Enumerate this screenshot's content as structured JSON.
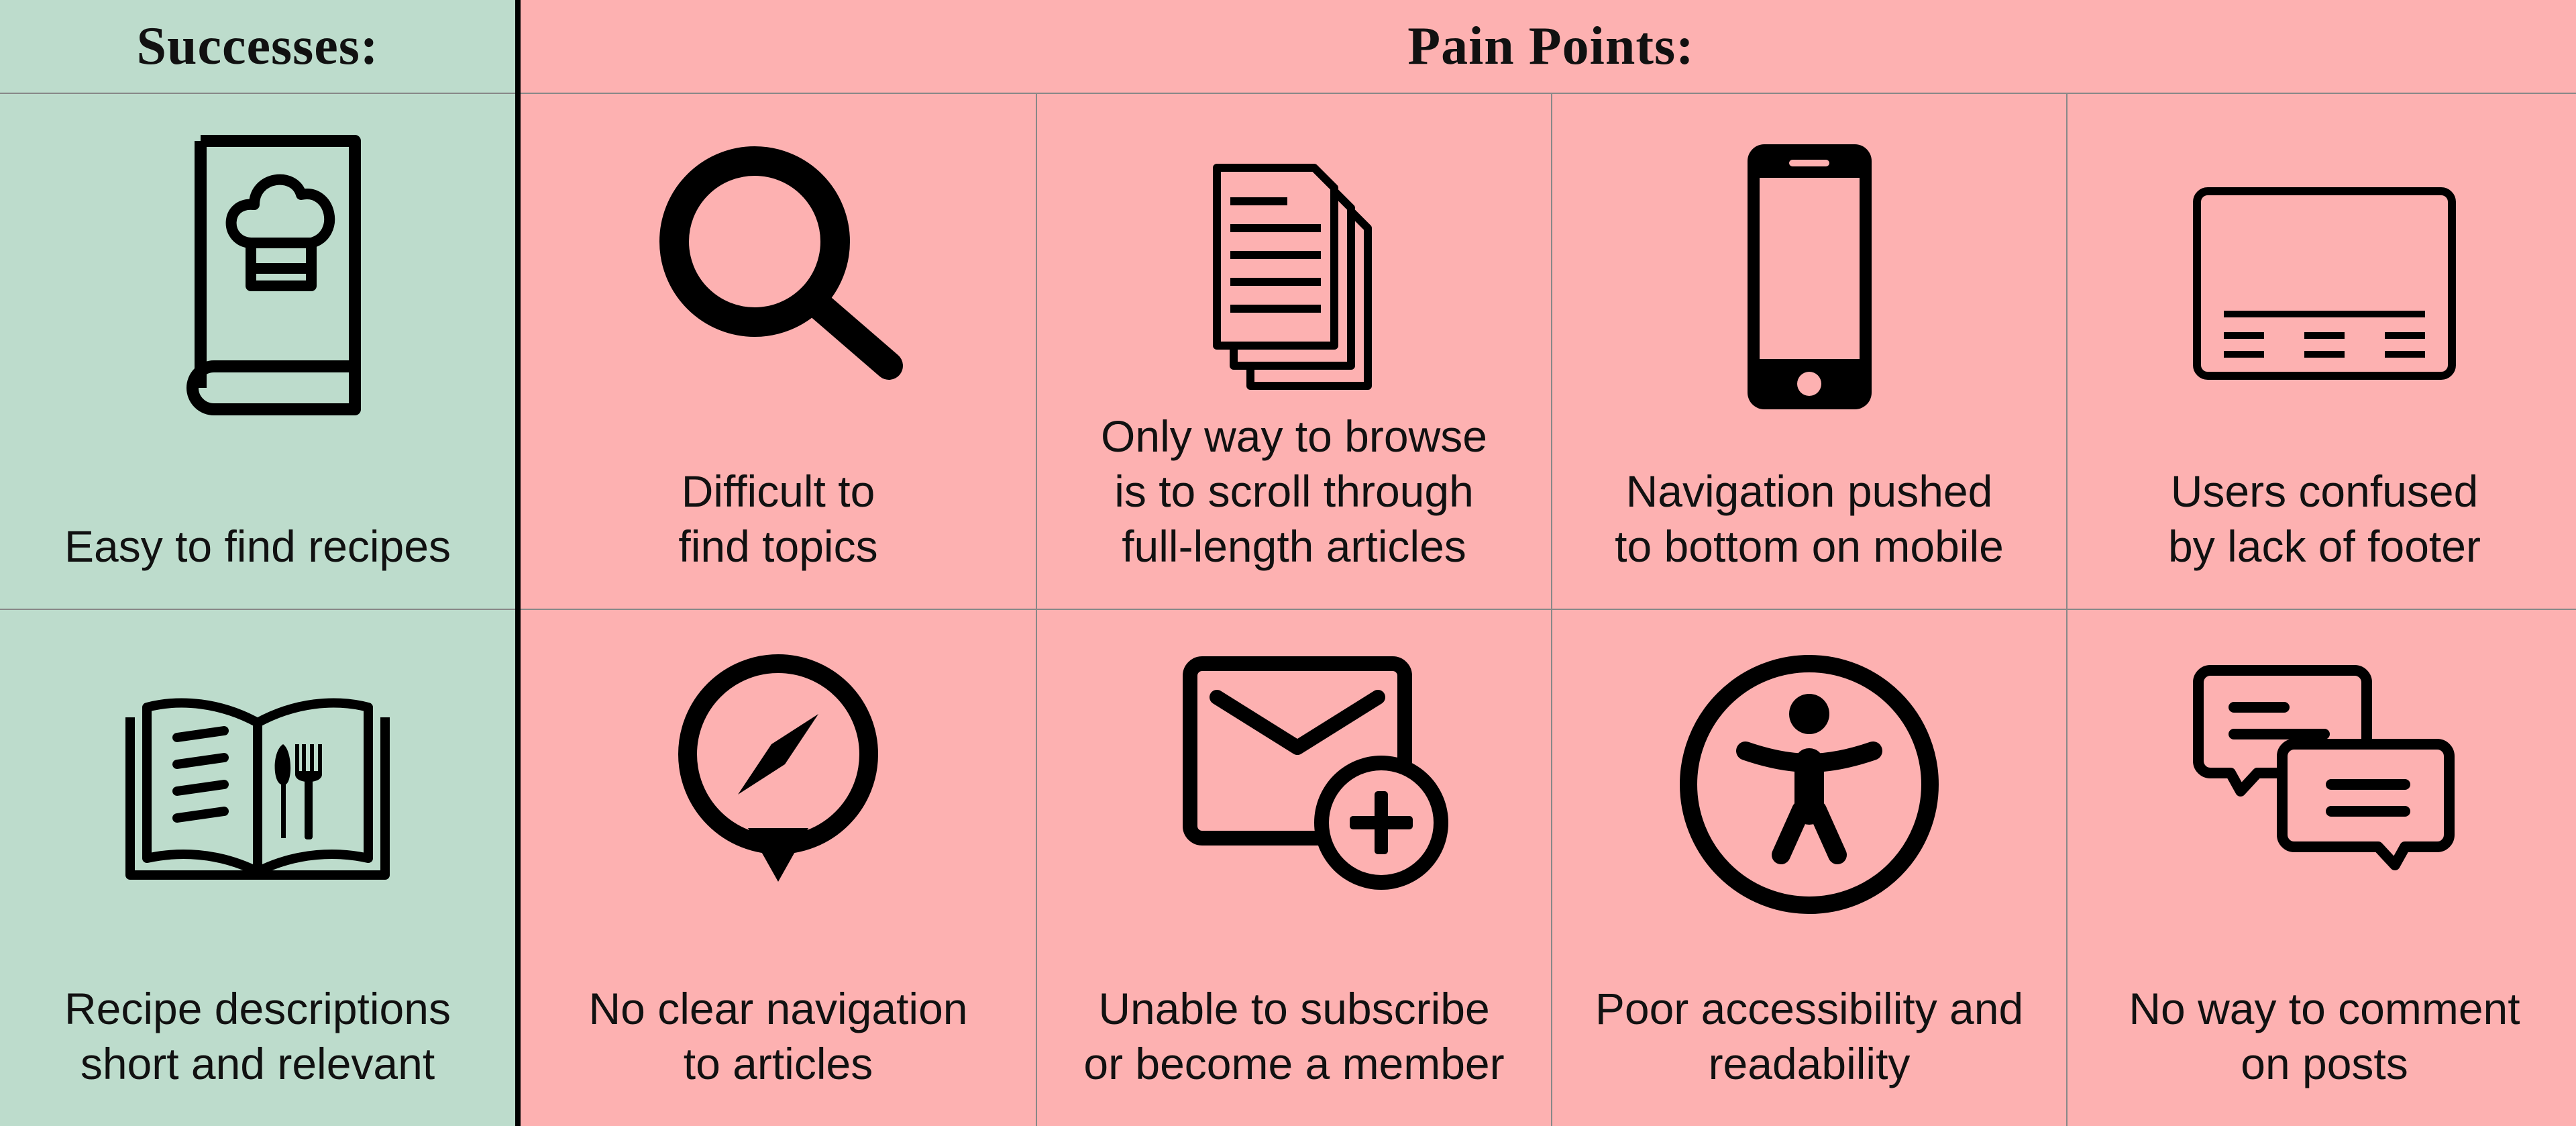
{
  "headers": {
    "successes": "Successes:",
    "pain_points": "Pain Points:"
  },
  "colors": {
    "success_bg": "#bddccc",
    "pain_bg": "#fdb1b1",
    "divider": "#000000",
    "grid_line": "#888888"
  },
  "successes": [
    {
      "icon": "cookbook-chef-hat-icon",
      "label": "Easy to find recipes"
    },
    {
      "icon": "open-menu-book-icon",
      "label": "Recipe descriptions\nshort and relevant"
    }
  ],
  "pain_points": [
    {
      "icon": "magnifying-glass-icon",
      "label": "Difficult to\nfind topics"
    },
    {
      "icon": "stacked-documents-icon",
      "label": "Only way to browse\nis to scroll through\nfull-length articles"
    },
    {
      "icon": "mobile-phone-icon",
      "label": "Navigation pushed\nto bottom on mobile"
    },
    {
      "icon": "browser-window-footer-icon",
      "label": "Users confused\nby lack of footer"
    },
    {
      "icon": "compass-pin-icon",
      "label": "No clear navigation\nto articles"
    },
    {
      "icon": "envelope-add-icon",
      "label": "Unable to subscribe\nor become a member"
    },
    {
      "icon": "accessibility-person-icon",
      "label": "Poor accessibility and\nreadability"
    },
    {
      "icon": "chat-bubbles-icon",
      "label": "No way to comment\non posts"
    }
  ]
}
